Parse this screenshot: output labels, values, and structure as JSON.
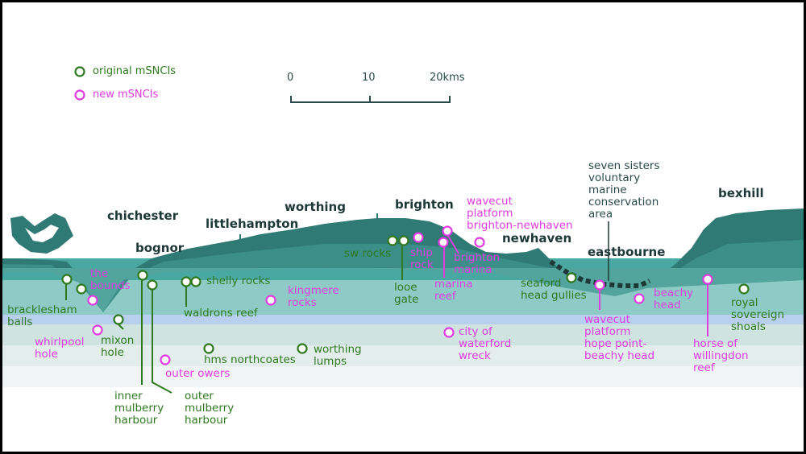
{
  "colors": {
    "land": "#2f7a74",
    "land_light": "#3b8f88",
    "sea_dark": "#4aa8a3",
    "sea_mid": "#7ec7c2",
    "sea_light": "#bfe0dd",
    "sea_band": "#b9d3ee",
    "sea_pale": "#e6efee",
    "original": "#2f7a1f",
    "new": "#e03ce0",
    "town": "#1e3838"
  },
  "legend": {
    "original_label": "original mSNCIs",
    "new_label": "new mSNCIs"
  },
  "scale": {
    "labels": [
      "0",
      "10",
      "20kms"
    ]
  },
  "towns": {
    "chichester": "chichester",
    "bognor": "bognor",
    "littlehampton": "littlehampton",
    "worthing": "worthing",
    "brighton": "brighton",
    "newhaven": "newhaven",
    "eastbourne": "eastbourne",
    "bexhill": "bexhill"
  },
  "annotation": "seven sisters\nvoluntary\nmarine\nconservation\narea",
  "sites": {
    "bracklesham_balls": "bracklesham\nballs",
    "the_bounds": "the\nbounds",
    "whirlpool_hole": "whirlpool\nhole",
    "mixon_hole": "mixon\nhole",
    "inner_mulberry_harbour": "inner\nmulberry\nharbour",
    "outer_mulberry_harbour": "outer\nmulberry\nharbour",
    "shelly_rocks": "shelly rocks",
    "waldrons_reef": "waldrons reef",
    "outer_owers": "outer owers",
    "hms_northcoates": "hms northcoates",
    "kingmere_rocks": "kingmere\nrocks",
    "worthing_lumps": "worthing\nlumps",
    "sw_rocks": "sw rocks",
    "looe_gate": "looe\ngate",
    "ship_rock": "ship\nrock",
    "marina_reef": "marina\nreef",
    "brighton_marina": "brighton\nmarina",
    "wavecut_brighton_newhaven": "wavecut\nplatform\nbrighton-newhaven",
    "city_of_waterford_wreck": "city of\nwaterford\nwreck",
    "seaford_head_gullies": "seaford\nhead gullies",
    "wavecut_hope_point": "wavecut\nplatform\nhope point-\nbeachy head",
    "beachy_head": "beachy\nhead",
    "horse_of_willingdon_reef": "horse of\nwillingdon\nreef",
    "royal_sovereign_shoals": "royal\nsovereign\nshoals"
  }
}
